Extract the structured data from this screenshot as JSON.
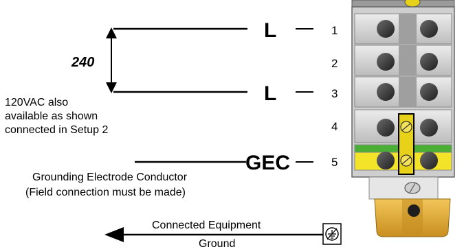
{
  "left_labels": {
    "voltage": "240",
    "note_lines": [
      "120VAC also",
      "available as shown",
      "connected in Setup 2"
    ]
  },
  "terminals": [
    {
      "number": "1",
      "label": "L"
    },
    {
      "number": "2",
      "label": ""
    },
    {
      "number": "3",
      "label": "L"
    },
    {
      "number": "4",
      "label": ""
    },
    {
      "number": "5",
      "label": "GEC"
    }
  ],
  "gec_caption": {
    "line1": "Grounding Electrode Conductor",
    "line2": "(Field connection must be made)"
  },
  "ground": {
    "line1": "Connected Equipment",
    "line2": "Ground",
    "symbol": "ground-symbol-icon"
  },
  "colors": {
    "block_body": "#cfcfcf",
    "block_cell": "#d9d9d9",
    "terminal_screw": "#3c3c3c",
    "ground_green": "#4caf35",
    "ground_yellow": "#f3e42a",
    "bridge_yellow": "#e8d219",
    "base_tan": "#d9a63a"
  }
}
